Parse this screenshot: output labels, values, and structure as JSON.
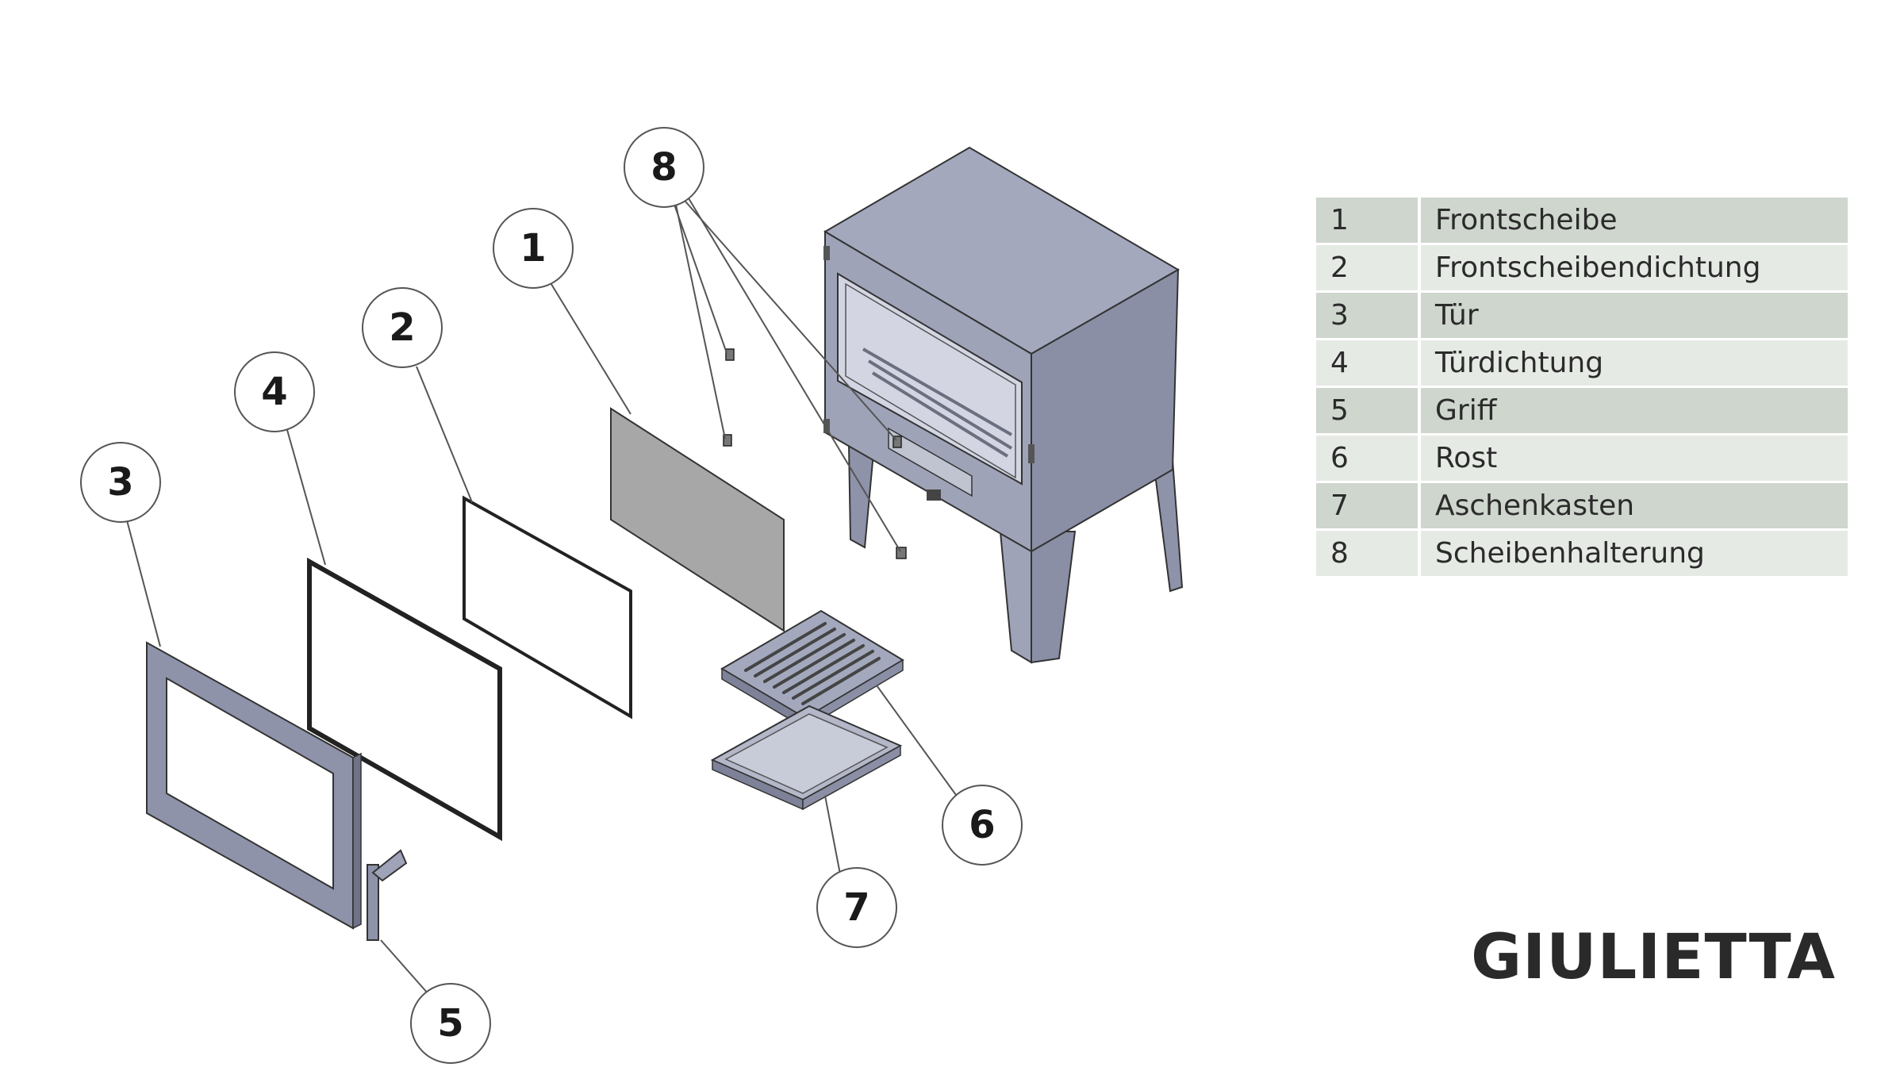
{
  "title": "GIULIETTA",
  "parts": [
    {
      "num": "1",
      "name": "Frontscheibe"
    },
    {
      "num": "2",
      "name": "Frontscheibendichtung"
    },
    {
      "num": "3",
      "name": "Tür"
    },
    {
      "num": "4",
      "name": "Türdichtung"
    },
    {
      "num": "5",
      "name": "Griff"
    },
    {
      "num": "6",
      "name": "Rost"
    },
    {
      "num": "7",
      "name": "Aschenkasten"
    },
    {
      "num": "8",
      "name": "Scheibenhalterung"
    }
  ],
  "callouts": [
    "1",
    "2",
    "3",
    "4",
    "5",
    "6",
    "7",
    "8"
  ],
  "colors": {
    "stove_body": "#9ea3b8",
    "stove_side": "#8a8fa6",
    "glass": "#a8a8a8",
    "table_dark_row": "#ced6cd",
    "table_light_row": "#e6eae5"
  }
}
